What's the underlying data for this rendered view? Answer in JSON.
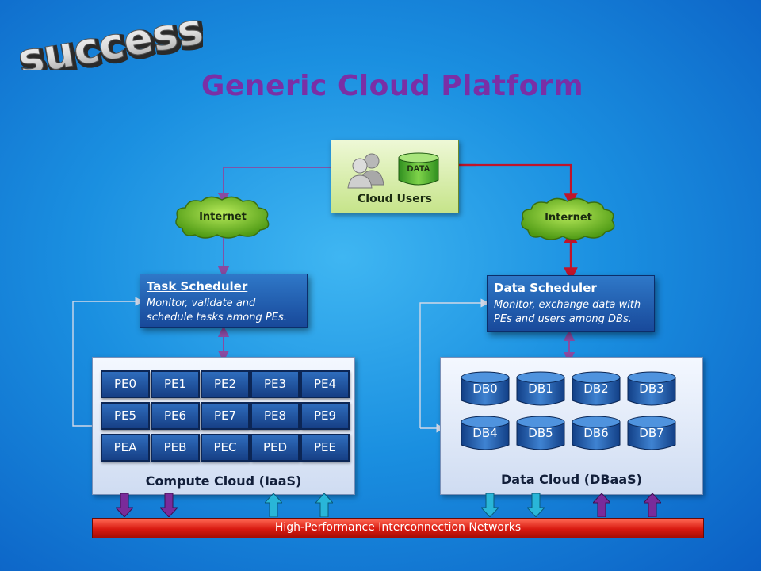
{
  "logo_text": "success",
  "title": "Generic Cloud Platform",
  "cloud_users": {
    "label": "Cloud Users",
    "data_label": "DATA"
  },
  "internet_left": "Internet",
  "internet_right": "Internet",
  "task_scheduler": {
    "title": "Task Scheduler",
    "desc_line1": "Monitor, validate and",
    "desc_line2": "schedule tasks among PEs."
  },
  "data_scheduler": {
    "title": "Data Scheduler",
    "desc_line1": "Monitor, exchange data with",
    "desc_line2": "PEs and users among DBs."
  },
  "compute_cloud": {
    "label": "Compute Cloud (IaaS)",
    "pes": [
      "PE0",
      "PE1",
      "PE2",
      "PE3",
      "PE4",
      "PE5",
      "PE6",
      "PE7",
      "PE8",
      "PE9",
      "PEA",
      "PEB",
      "PEC",
      "PED",
      "PEE"
    ]
  },
  "data_cloud": {
    "label": "Data Cloud (DBaaS)",
    "dbs": [
      "DB0",
      "DB1",
      "DB2",
      "DB3",
      "DB4",
      "DB5",
      "DB6",
      "DB7"
    ]
  },
  "network": {
    "label": "High-Performance Interconnection Networks"
  },
  "colors": {
    "title": "#7a2fa6",
    "red_link": "#c0142a",
    "purple_link": "#8a4aa0",
    "purple_arrow": "#7a2b9a",
    "cyan_arrow": "#29b6d8"
  }
}
